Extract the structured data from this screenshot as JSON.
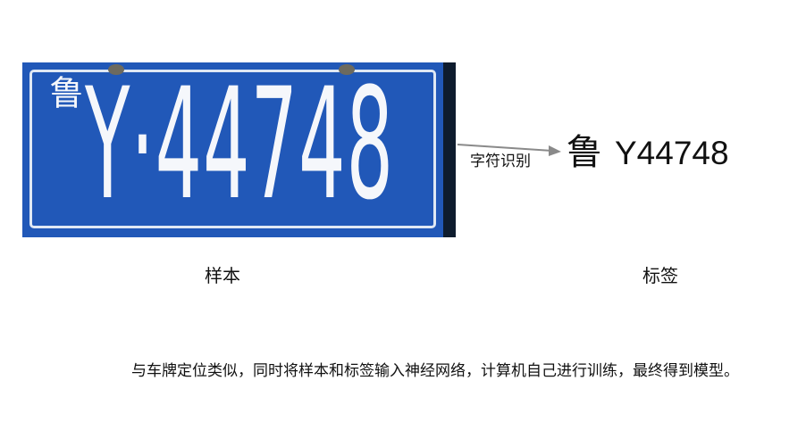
{
  "plate": {
    "province": "鲁",
    "code": "Y·44748",
    "background_color": "#2158b8",
    "text_color": "#f5f7fb"
  },
  "arrow": {
    "label": "字符识别"
  },
  "result": {
    "province": "鲁",
    "code": "Y44748"
  },
  "captions": {
    "sample": "样本",
    "label": "标签"
  },
  "description": "与车牌定位类似，同时将样本和标签输入神经网络，计算机自己进行训练，最终得到模型。"
}
